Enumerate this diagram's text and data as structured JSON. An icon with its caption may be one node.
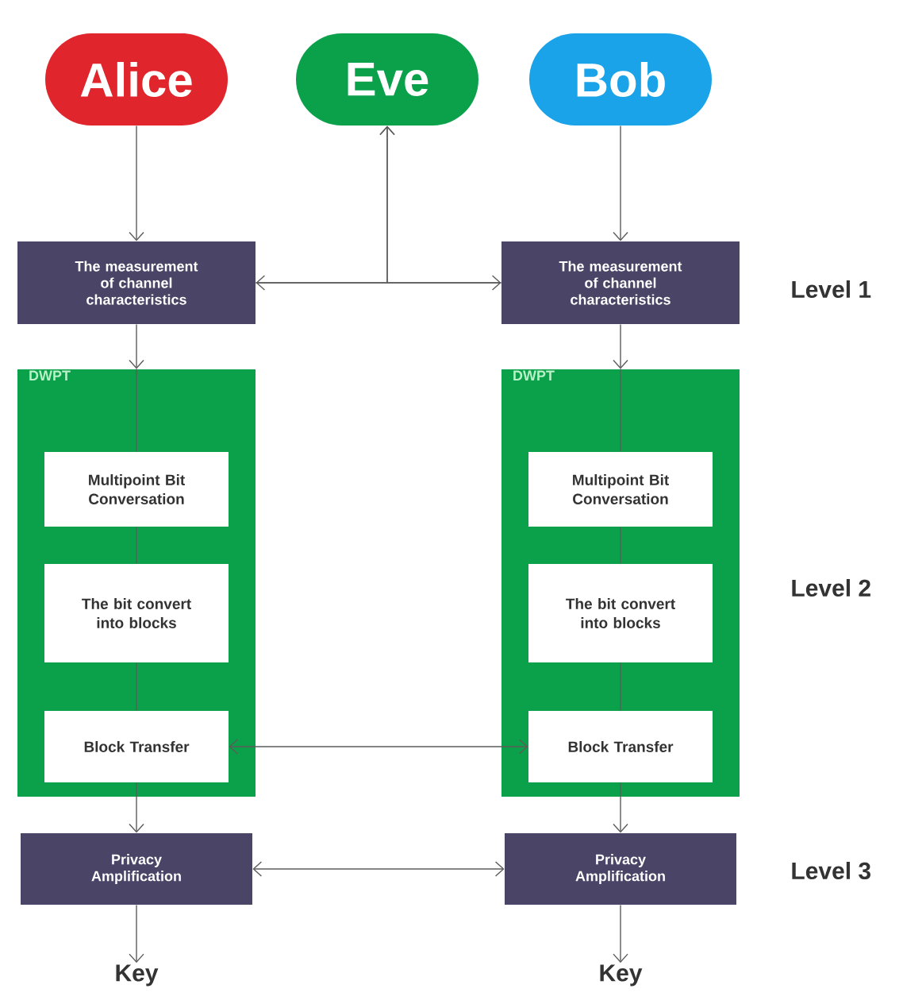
{
  "diagram": {
    "nodes": [
      {
        "text": [
          "Alice"
        ]
      },
      {
        "text": [
          "Eve"
        ]
      },
      {
        "text": [
          "Bob"
        ]
      },
      {
        "text": [
          "The measurement of channel characteristics"
        ]
      },
      {
        "text": [
          "The measurement of channel characteristics"
        ]
      },
      {
        "text": [
          "DWPT"
        ]
      },
      {
        "text": [
          "Multipoint Bit Conversation"
        ],
        "in": 5
      },
      {
        "text": [
          "The bit convert into blocks"
        ],
        "in": 5
      },
      {
        "text": [
          "Block Transfer"
        ],
        "in": 5
      },
      {
        "text": [
          "DWPT"
        ]
      },
      {
        "text": [
          "Multipoint Bit Conversation"
        ],
        "in": 9
      },
      {
        "text": [
          "The bit convert into blocks"
        ],
        "in": 9
      },
      {
        "text": [
          "Block Transfer"
        ],
        "in": 9
      },
      {
        "text": [
          "Privacy Amplification"
        ]
      },
      {
        "text": [
          "Privacy Amplification"
        ]
      },
      {
        "text": [
          "Key"
        ]
      },
      {
        "text": [
          "Key"
        ]
      }
    ],
    "edges": [
      {
        "from": 0,
        "to": 3,
        "arrow": "to"
      },
      {
        "from": 2,
        "to": 4,
        "arrow": "to"
      },
      {
        "from": 3,
        "to": 4,
        "arrow": "both"
      },
      {
        "from": 3,
        "to": 1,
        "arrow": "to"
      },
      {
        "from": 4,
        "to": 1,
        "arrow": "to"
      },
      {
        "from": 3,
        "to": 5,
        "arrow": "to"
      },
      {
        "from": 4,
        "to": 9,
        "arrow": "to"
      },
      {
        "from": 5,
        "to": 6,
        "arrow": "none"
      },
      {
        "from": 6,
        "to": 7,
        "arrow": "none"
      },
      {
        "from": 7,
        "to": 8,
        "arrow": "none"
      },
      {
        "from": 9,
        "to": 10,
        "arrow": "none"
      },
      {
        "from": 10,
        "to": 11,
        "arrow": "none"
      },
      {
        "from": 11,
        "to": 12,
        "arrow": "none"
      },
      {
        "from": 8,
        "to": 12,
        "arrow": "both"
      },
      {
        "from": 8,
        "to": 13,
        "arrow": "to"
      },
      {
        "from": 12,
        "to": 14,
        "arrow": "to"
      },
      {
        "from": 13,
        "to": 14,
        "arrow": "both"
      },
      {
        "from": 13,
        "to": 15,
        "arrow": "to"
      },
      {
        "from": 14,
        "to": 16,
        "arrow": "to"
      }
    ],
    "labels": [
      "Level 1",
      "Level 2",
      "Level 3"
    ]
  }
}
